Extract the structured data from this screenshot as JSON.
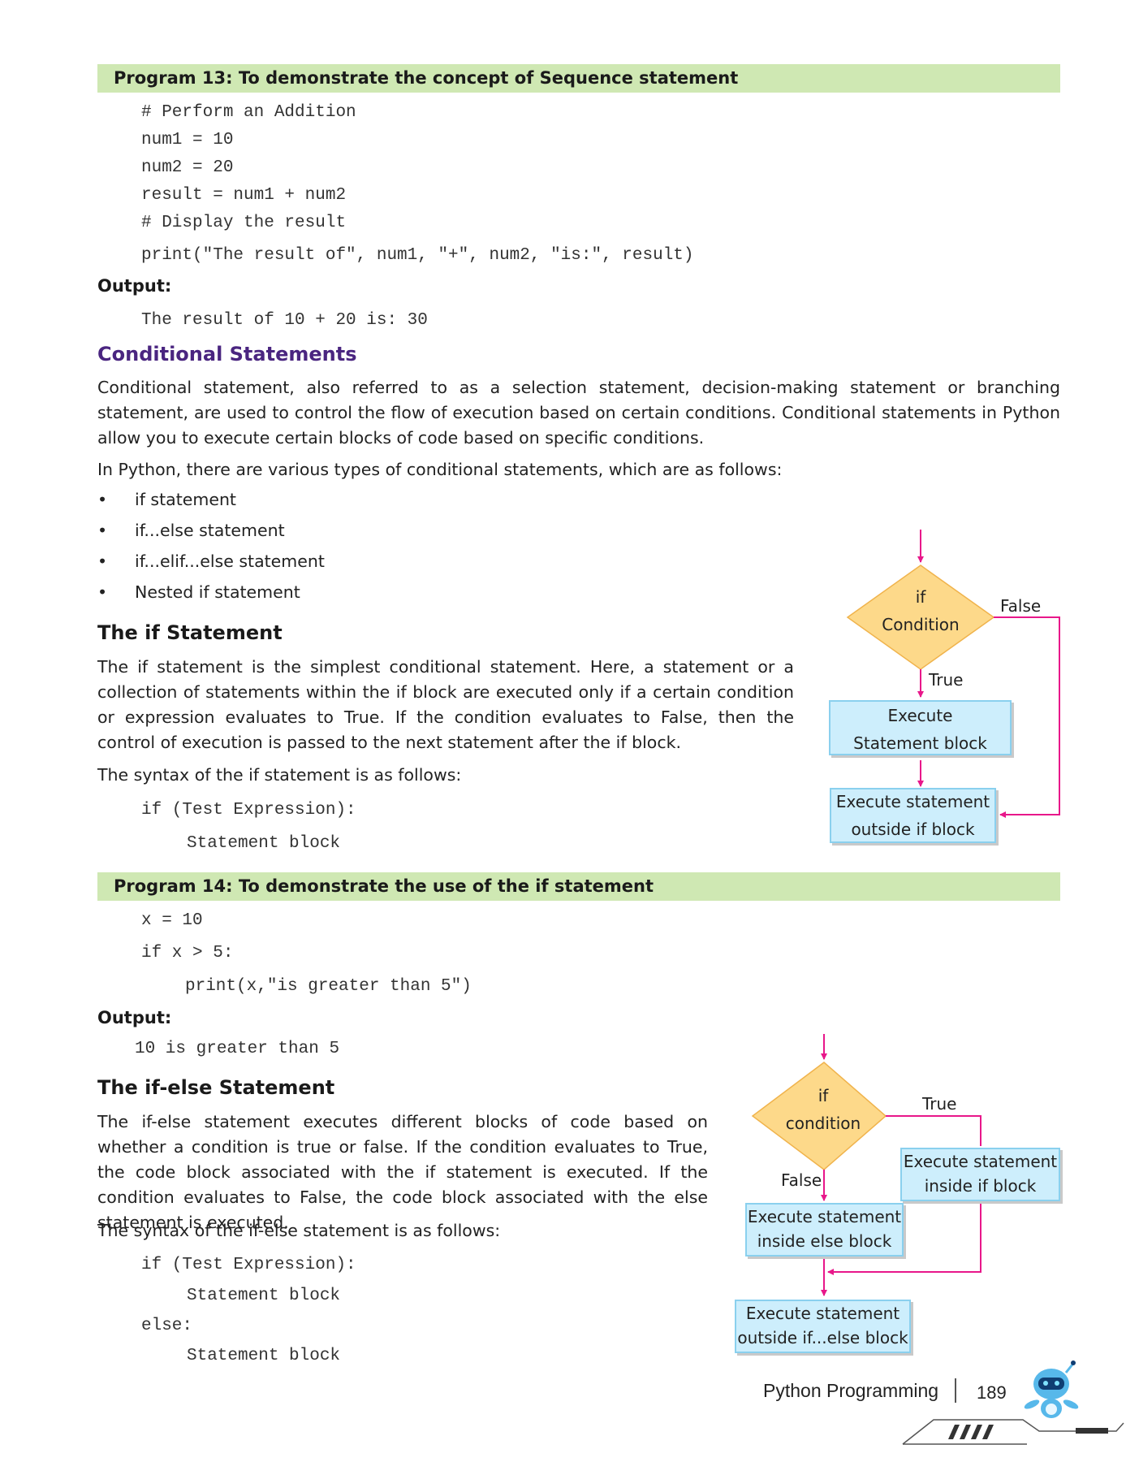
{
  "program13": {
    "title": "Program 13: To demonstrate the concept of Sequence statement",
    "code": [
      "# Perform an Addition",
      "num1 = 10",
      "num2 = 20",
      "result = num1 + num2",
      "# Display the result",
      "print(\"The result of\", num1, \"+\", num2, \"is:\", result)"
    ],
    "output_label": "Output:",
    "output": "The result of 10 + 20 is: 30"
  },
  "conditional": {
    "heading": "Conditional Statements",
    "para1": "Conditional statement, also referred to as a selection statement, decision-making statement or branching statement, are used to control the flow of execution based on certain conditions. Conditional statements in Python allow you to execute certain blocks of code based on specific conditions.",
    "para2": "In Python, there are various types of conditional statements, which are as follows:",
    "bullet_symbol": "•",
    "bullets": [
      "if statement",
      "if...else statement",
      "if...elif...else statement",
      "Nested if statement"
    ]
  },
  "if_statement": {
    "heading": "The if Statement",
    "para1": "The if statement is the simplest conditional statement. Here, a statement or a collection of statements within the if block are executed only if a certain condition or expression evaluates to True. If the condition evaluates to False, then the control of execution is passed to the next statement after the if block.",
    "para2": "The syntax of the if statement is as follows:",
    "syntax": [
      "if (Test Expression):",
      "Statement block"
    ]
  },
  "flow1": {
    "cond_line1": "if",
    "cond_line2": "Condition",
    "false_label": "False",
    "true_label": "True",
    "box1_line1": "Execute",
    "box1_line2": "Statement block",
    "box2_line1": "Execute statement",
    "box2_line2": "outside if block"
  },
  "program14": {
    "title": "Program 14: To demonstrate the use of the if statement",
    "code": [
      "x = 10",
      "if x > 5:",
      "print(x,\"is greater than 5\")"
    ],
    "output_label": "Output:",
    "output": "10 is greater than 5"
  },
  "ifelse": {
    "heading": "The if-else Statement",
    "para1": "The if-else statement executes different blocks of code based on whether a condition is true or false. If the condition evaluates to True, the code block associated with the if statement is executed. If the condition evaluates to False, the code block associated with the else statement is executed.",
    "para2": "The syntax of the if-else statement is as follows:",
    "syntax": [
      "if (Test Expression):",
      "Statement block",
      "else:",
      "Statement block"
    ]
  },
  "flow2": {
    "cond_line1": "if",
    "cond_line2": "condition",
    "true_label": "True",
    "false_label": "False",
    "ifbox_line1": "Execute statement",
    "ifbox_line2": "inside if block",
    "elsebox_line1": "Execute statement",
    "elsebox_line2": "inside else block",
    "outbox_line1": "Execute statement",
    "outbox_line2": "outside if...else block"
  },
  "footer": {
    "book": "Python Programming",
    "page": "189"
  },
  "colors": {
    "banner": "#cfe8b3",
    "heading_purple": "#4a2580",
    "diamond": "#fdd98a",
    "box": "#cdeefc",
    "arrow": "#e8178a"
  }
}
